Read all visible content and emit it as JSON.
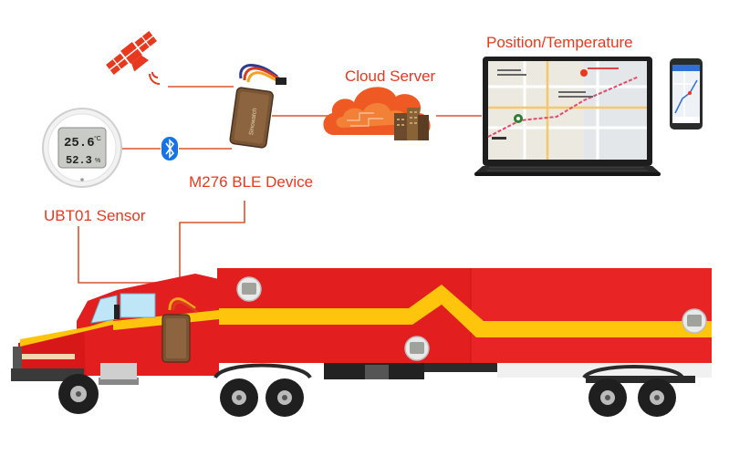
{
  "labels": {
    "cloud_server": "Cloud Server",
    "position_temperature": "Position/Temperature",
    "device": "M276 BLE Device",
    "sensor": "UBT01 Sensor"
  },
  "sensor_display": {
    "temperature": "25.6",
    "temperature_unit": "°C",
    "humidity": "52.3",
    "humidity_unit": "%"
  },
  "device_brand": "Sinowatch",
  "colors": {
    "accent_red": "#e8381e",
    "truck_red": "#e21e1e",
    "trailer_stripe": "#ffc40c",
    "connector_line": "#d9532f"
  }
}
